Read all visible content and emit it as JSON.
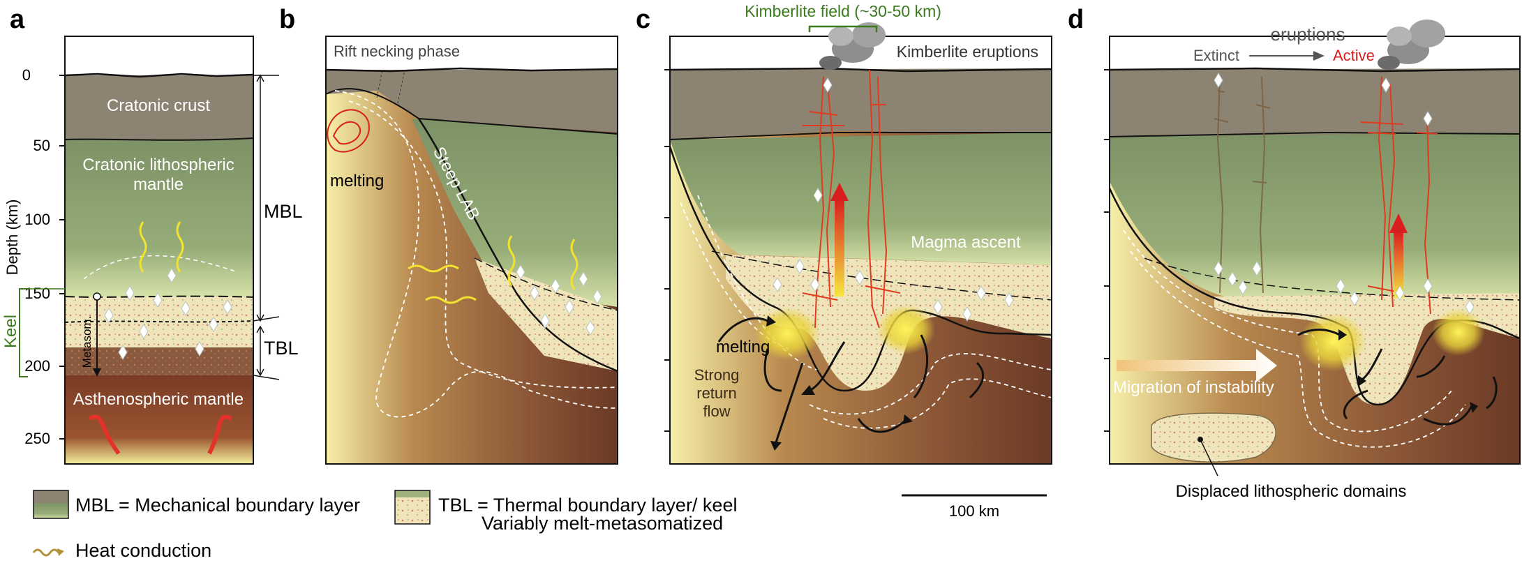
{
  "panels": {
    "a": {
      "letter": "a",
      "ylabel": "Depth (km)",
      "ticks": [
        "0",
        "50",
        "100",
        "150",
        "200",
        "250"
      ],
      "crust": "Cratonic crust",
      "clm_line1": "Cratonic lithospheric",
      "clm_line2": "mantle",
      "asth": "Asthenospheric mantle",
      "metasom": "Metasom.",
      "keel": "Keel",
      "mbl": "MBL",
      "tbl": "TBL"
    },
    "b": {
      "letter": "b",
      "phase": "Rift necking phase",
      "melting": "melting",
      "lab": "Steep LAB"
    },
    "c": {
      "letter": "c",
      "field": "Kimberlite field (~30-50 km)",
      "eruptions": "Kimberlite eruptions",
      "ascent": "Magma ascent",
      "melting": "melting",
      "return1": "Strong",
      "return2": "return",
      "return3": "flow"
    },
    "d": {
      "letter": "d",
      "eruptions": "eruptions",
      "extinct": "Extinct",
      "active": "Active",
      "migration": "Migration of instability",
      "displaced": "Displaced lithospheric domains"
    }
  },
  "legend": {
    "mbl": "MBL = Mechanical boundary layer",
    "tbl1": "TBL = Thermal boundary layer/ keel",
    "tbl2": "Variably melt-metasomatized",
    "heat": "Heat conduction",
    "scale": "100 km"
  },
  "colors": {
    "crust": "#8c8372",
    "mantle_green": "#82976a",
    "asthenosphere": "#7a4a31",
    "keel": "#f1e5bd",
    "active": "#d81e1e",
    "field_green": "#3c7a1e"
  }
}
